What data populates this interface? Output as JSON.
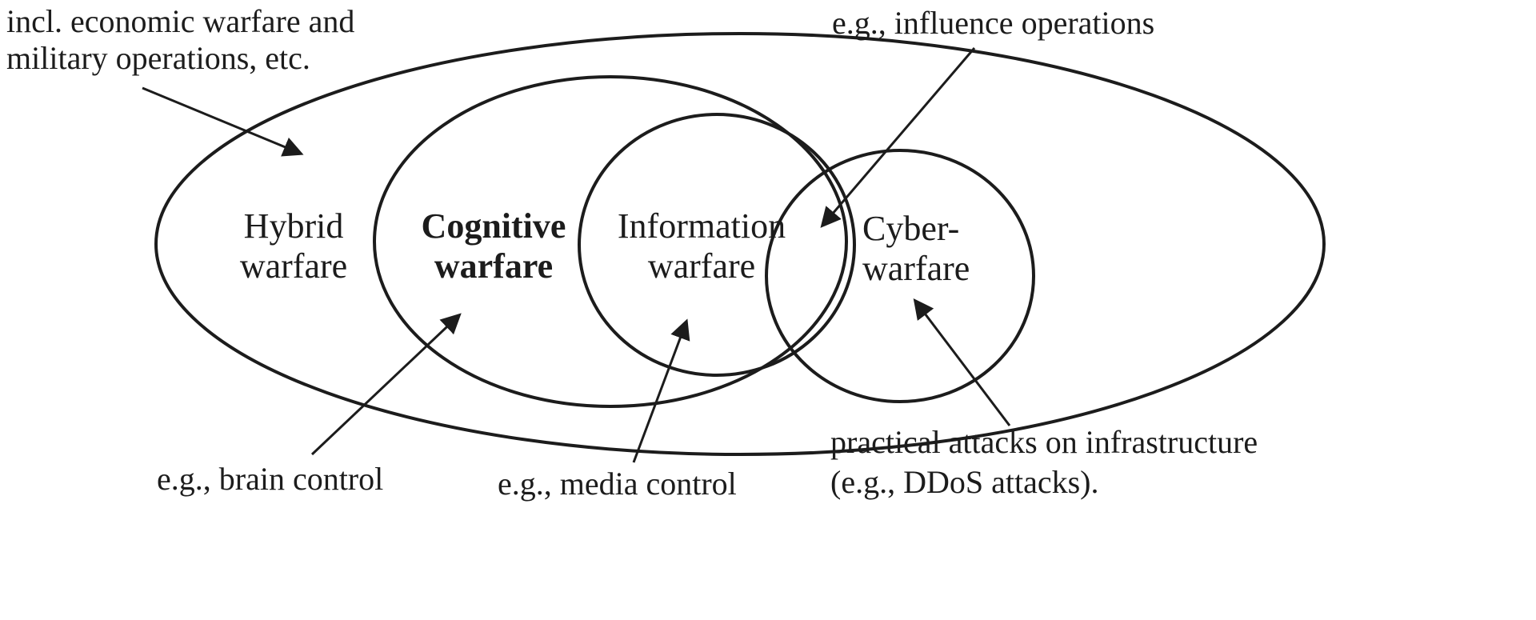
{
  "diagram": {
    "labels": {
      "hybrid": [
        "Hybrid",
        "warfare"
      ],
      "cognitive": [
        "Cognitive",
        "warfare"
      ],
      "information": [
        "Information",
        "warfare"
      ],
      "cyber": [
        "Cyber-",
        "warfare"
      ]
    },
    "annotations": {
      "hybrid_note": [
        "incl. economic warfare and",
        "military operations, etc."
      ],
      "influence_note": [
        "e.g., influence operations"
      ],
      "brain_note": [
        "e.g., brain control"
      ],
      "media_note": [
        "e.g., media control"
      ],
      "infrastructure_note": [
        "practical attacks on infrastructure",
        "(e.g., DDoS attacks)."
      ]
    },
    "colors": {
      "stroke": "#1c1c1c",
      "background": "#ffffff",
      "text": "#1c1c1c"
    }
  }
}
